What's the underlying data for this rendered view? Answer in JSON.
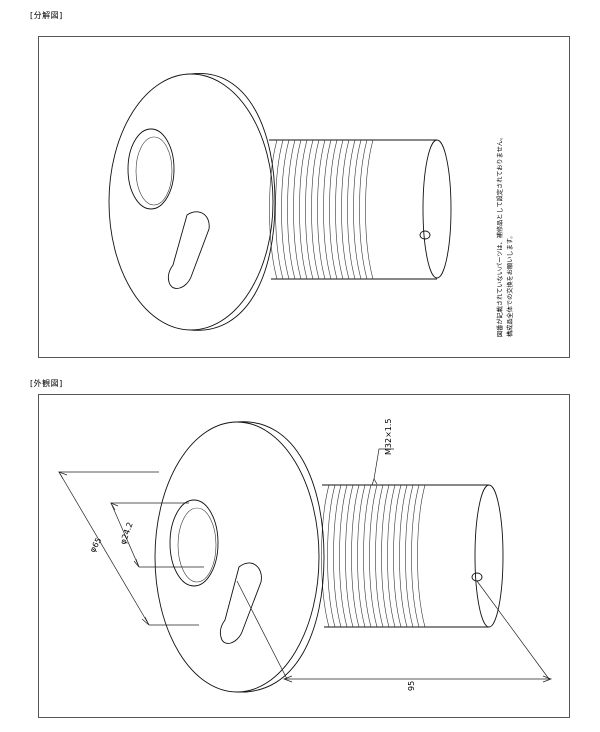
{
  "sections": {
    "exploded_label": "[分解図]",
    "exterior_label": "[外観図]"
  },
  "note_lines": [
    "図番が記載されていないパーツは、補修品として設定されておりません。",
    "構成品全体での交換をお願いします。"
  ],
  "dimensions": {
    "outer_dia": "φ65",
    "bore_dia": "φ24.2",
    "thread": "M32×1.5",
    "length": "95"
  }
}
